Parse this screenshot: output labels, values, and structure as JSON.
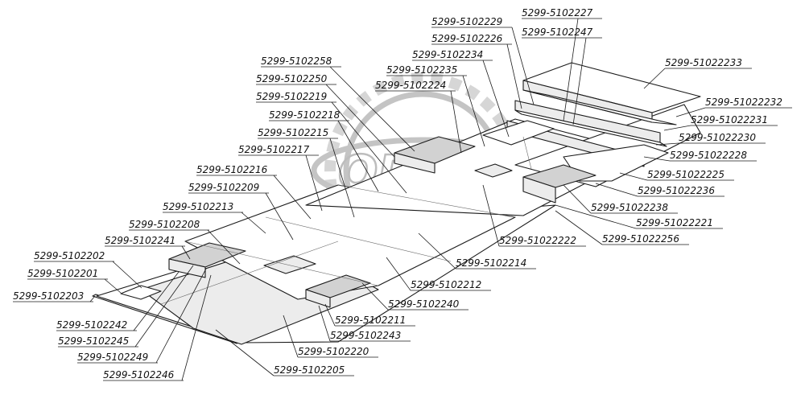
{
  "watermark": {
    "text": "ОРЕХ"
  },
  "labels": [
    "5299-5102229",
    "5299-5102227",
    "5299-5102226",
    "5299-5102247",
    "5299-5102234",
    "5299-51022233",
    "5299-5102235",
    "5299-5102258",
    "5299-5102224",
    "5299-5102250",
    "5299-5102219",
    "5299-51022232",
    "5299-51022231",
    "5299-5102218",
    "5299-5102215",
    "5299-51022230",
    "5299-5102217",
    "5299-51022228",
    "5299-5102216",
    "5299-51022225",
    "5299-5102209",
    "5299-51022236",
    "5299-51022238",
    "5299-5102213",
    "5299-51022221",
    "5299-5102208",
    "5299-51022256",
    "5299-51022222",
    "5299-5102241",
    "5299-5102202",
    "5299-5102214",
    "5299-5102201",
    "5299-5102212",
    "5299-5102203",
    "5299-5102240",
    "5299-5102211",
    "5299-5102242",
    "5299-5102243",
    "5299-5102245",
    "5299-5102220",
    "5299-5102249",
    "5299-5102205",
    "5299-5102246"
  ]
}
